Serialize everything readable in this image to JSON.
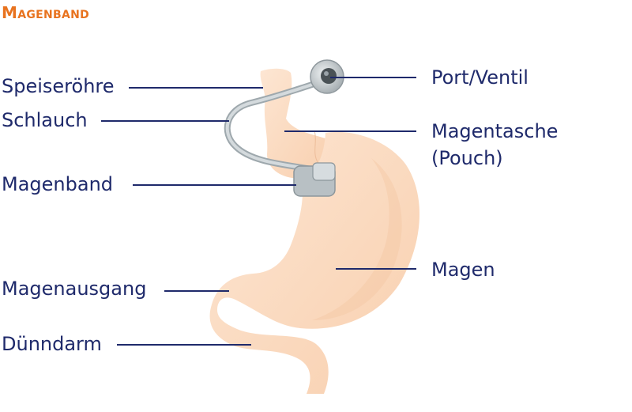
{
  "title": "Magenband",
  "colors": {
    "title": "#e8731f",
    "label_text": "#1f2a6b",
    "leader_line": "#1f2a6b",
    "stomach_fill": "#fbdcc4",
    "stomach_shade": "#f5c9a6",
    "tube": "#b9c2c6",
    "band": "#bcc4c8",
    "port": "#c9ced1"
  },
  "labels": {
    "speiseroehre": "Speiseröhre",
    "schlauch": "Schlauch",
    "magenband": "Magenband",
    "magenausgang": "Magenausgang",
    "duenndarm": "Dünndarm",
    "port": "Port/Ventil",
    "magentasche_line1": "Magentasche",
    "magentasche_line2": "(Pouch)",
    "magen": "Magen"
  }
}
